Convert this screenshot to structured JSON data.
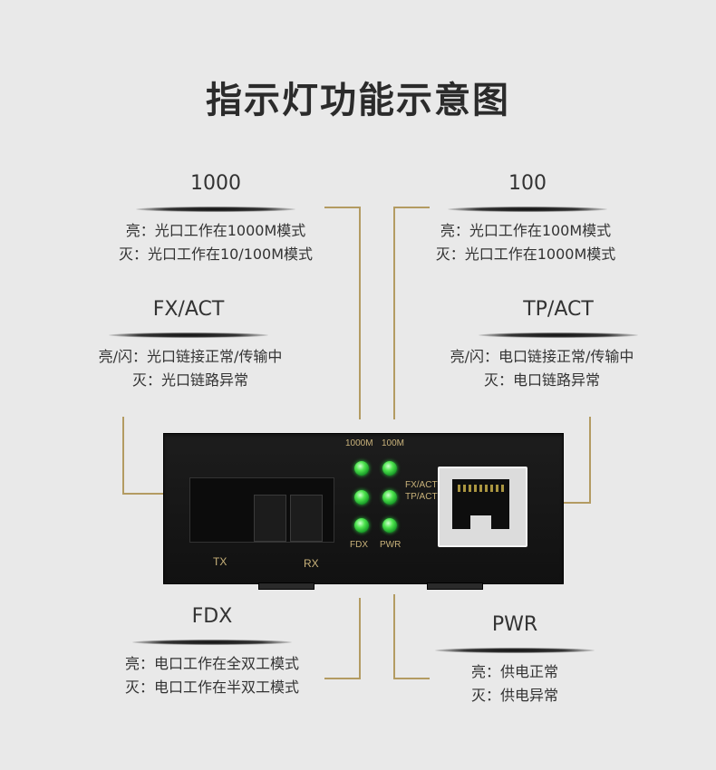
{
  "title": "指示灯功能示意图",
  "indicators": {
    "led_1000": {
      "name": "1000",
      "lines": [
        "亮：光口工作在1000M模式",
        "灭：光口工作在10/100M模式"
      ]
    },
    "led_100": {
      "name": "100",
      "lines": [
        "亮：光口工作在100M模式",
        "灭：光口工作在1000M模式"
      ]
    },
    "fx_act": {
      "name": "FX/ACT",
      "lines": [
        "亮/闪：光口链接正常/传输中",
        "灭：光口链路异常"
      ]
    },
    "tp_act": {
      "name": "TP/ACT",
      "lines": [
        "亮/闪：电口链接正常/传输中",
        "灭：电口链路异常"
      ]
    },
    "fdx": {
      "name": "FDX",
      "lines": [
        "亮：电口工作在全双工模式",
        "灭：电口工作在半双工模式"
      ]
    },
    "pwr": {
      "name": "PWR",
      "lines": [
        "亮：供电正常",
        "灭：供电异常"
      ]
    }
  },
  "device": {
    "port_tx": "TX",
    "port_rx": "RX",
    "led_labels": {
      "top_1000m": "1000M",
      "top_100m": "100M",
      "fx_act": "FX/ACT",
      "tp_act": "TP/ACT",
      "fdx": "FDX",
      "pwr": "PWR"
    },
    "led_color": "#3fdc4a",
    "accent_line_color": "#b39b62"
  }
}
